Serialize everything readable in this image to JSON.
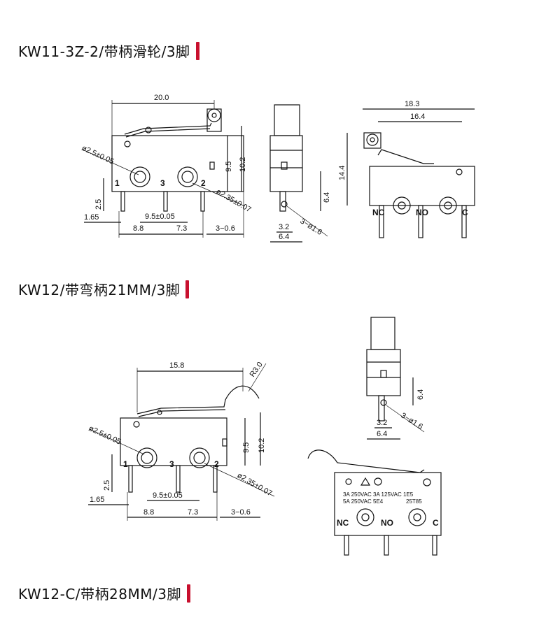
{
  "accent_color": "#c8102e",
  "sections": [
    {
      "title": "KW11-3Z-2/带柄滑轮/3脚",
      "front_view": {
        "dims": {
          "length": "20.0",
          "hole_dia": "ø2.5±0.05",
          "pin_hole": "ø2.35±0.07",
          "height_a": "9.5",
          "height_b": "10.2",
          "pin_height": "2.5",
          "left_offset": "1.65",
          "pitch_a": "9.5±0.05",
          "pitch_b": "8.8",
          "pitch_c": "7.3",
          "pin_width": "3−0.6"
        },
        "terminals": [
          "1",
          "3",
          "2"
        ]
      },
      "side_view": {
        "dims": {
          "height": "6.4",
          "inner": "3.2",
          "width": "6.4",
          "hole": "3−ø1.6"
        }
      },
      "back_view": {
        "dims": {
          "overall": "18.3",
          "lever": "16.4",
          "height": "14.4"
        },
        "terminals": [
          "NC",
          "NO",
          "C"
        ]
      }
    },
    {
      "title": "KW12/带弯柄21MM/3脚",
      "front_view": {
        "dims": {
          "lever_length": "15.8",
          "radius": "R3.0",
          "hole_dia": "ø2.5±0.05",
          "pin_hole": "ø2.35±0.07",
          "height_a": "9.5",
          "height_b": "10.2",
          "pin_height": "2.5",
          "left_offset": "1.65",
          "pitch_a": "9.5±0.05",
          "pitch_b": "8.8",
          "pitch_c": "7.3",
          "pin_width": "3−0.6"
        },
        "terminals": [
          "1",
          "3",
          "2"
        ]
      },
      "side_view": {
        "dims": {
          "height": "6.4",
          "inner": "3.2",
          "width": "6.4",
          "hole": "3−ø1.6"
        }
      },
      "back_view": {
        "ratings": [
          "3A 250VAC 3A 125VAC 1E5",
          "5A 250VAC 5E4",
          "25T85"
        ],
        "terminals": [
          "NC",
          "NO",
          "C"
        ]
      }
    },
    {
      "title": "KW12-C/带柄28MM/3脚"
    }
  ]
}
